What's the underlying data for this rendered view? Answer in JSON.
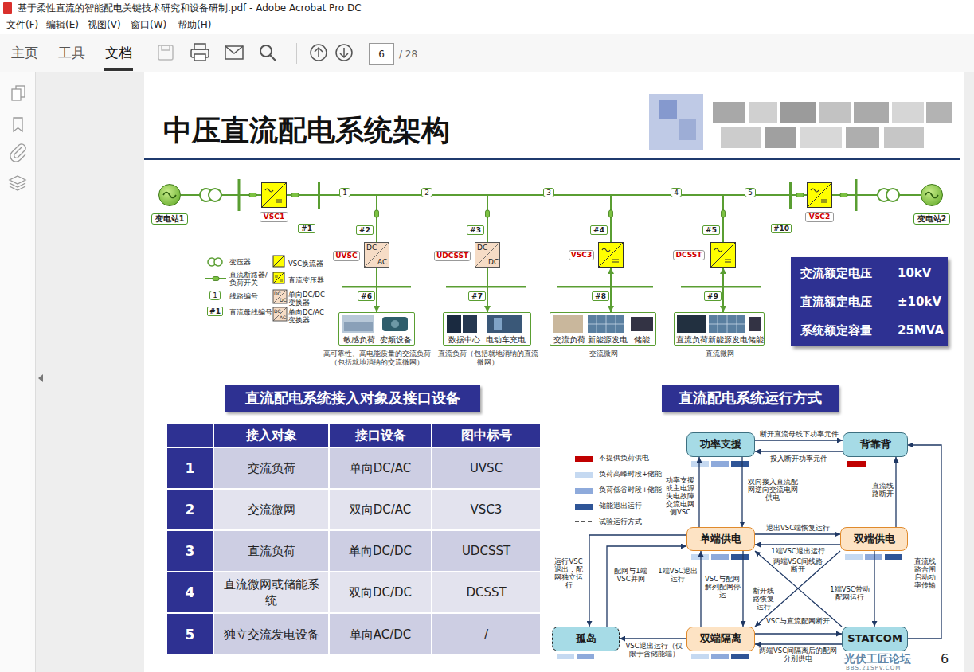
{
  "diagram": {
    "title": "中压直流配电系统架构",
    "nodes": [
      {
        "text": [
          "变电站1"
        ]
      },
      {
        "text": [
          "VSC1"
        ]
      },
      {
        "text": [
          "UVSC",
          "DC",
          "AC"
        ]
      },
      {
        "text": [
          "UDCSST",
          "DC",
          "DC"
        ]
      },
      {
        "text": [
          "VSC3"
        ]
      },
      {
        "text": [
          "DCSST"
        ]
      },
      {
        "text": [
          "VSC2"
        ]
      },
      {
        "text": [
          "变电站2"
        ]
      },
      {
        "text": [
          "敏感负荷",
          "变频设备",
          "高可靠性、高电能质量的交流负荷（包括就地消纳的交流微网）"
        ]
      },
      {
        "text": [
          "数据中心",
          "电动车充电",
          "直流负荷（包括就地消纳的直流微网）"
        ]
      },
      {
        "text": [
          "交流负荷",
          "新能源发电",
          "储能",
          "交流微网"
        ]
      },
      {
        "text": [
          "直流负荷",
          "新能源发电",
          "储能",
          "直流微网"
        ]
      },
      {
        "text": [
          "交流额定电压",
          "10kV",
          "直流额定电压",
          "±10kV",
          "系统额定容量",
          "25MVA"
        ]
      },
      {
        "text": [
          "直流配电系统接入对象及接口设备"
        ]
      },
      {
        "text": [
          "直流配电系统运行方式"
        ]
      },
      {
        "text": [
          "功率支援"
        ]
      },
      {
        "text": [
          "背靠背"
        ]
      },
      {
        "text": [
          "单端供电"
        ]
      },
      {
        "text": [
          "双端供电"
        ]
      },
      {
        "text": [
          "孤岛"
        ]
      },
      {
        "text": [
          "双端隔离"
        ]
      },
      {
        "text": [
          "STATCOM"
        ]
      }
    ],
    "edges": [
      {
        "from": 0,
        "to": 1,
        "arrow": "none"
      },
      {
        "from": 1,
        "to": 6,
        "arrow": "none"
      },
      {
        "from": 6,
        "to": 7,
        "arrow": "none"
      },
      {
        "from": 2,
        "to": 8,
        "arrow": "to"
      },
      {
        "from": 3,
        "to": 9,
        "arrow": "to"
      },
      {
        "from": 4,
        "to": 10,
        "arrow": "both"
      },
      {
        "from": 5,
        "to": 11,
        "arrow": "both"
      },
      {
        "from": 15,
        "to": 16,
        "arrow": "to",
        "label": "断开直流母线下功率元件"
      },
      {
        "from": 16,
        "to": 15,
        "arrow": "to",
        "label": "投入断开功率元件"
      },
      {
        "from": 17,
        "to": 15,
        "arrow": "to",
        "label": "功率支援或主电源失电故障交流电网侧VSC"
      },
      {
        "from": 15,
        "to": 17,
        "arrow": "to",
        "label": "双向接入直流配网逆向交流电网供电"
      },
      {
        "from": 18,
        "to": 16,
        "arrow": "to",
        "label": "直流线路断开"
      },
      {
        "from": 21,
        "to": 16,
        "arrow": "to",
        "label": "直流线路合闸启动功率传输"
      },
      {
        "from": 17,
        "to": 18,
        "arrow": "to",
        "label": "退出VSC端恢复运行"
      },
      {
        "from": 18,
        "to": 17,
        "arrow": "to",
        "label": "1端VSC退出运行"
      },
      {
        "from": 17,
        "to": 19,
        "arrow": "to",
        "label": "运行VSC退出，配网独立运行"
      },
      {
        "from": 19,
        "to": 17,
        "arrow": "to",
        "label": "配网与1端VSC并网"
      },
      {
        "from": 17,
        "to": 20,
        "arrow": "to",
        "label": "VSC与配网解列配网停运"
      },
      {
        "from": 20,
        "to": 17,
        "arrow": "to",
        "label": "1端VSC退出运行"
      },
      {
        "from": 18,
        "to": 20,
        "arrow": "to",
        "label": "两端VSC间线路断开"
      },
      {
        "from": 21,
        "to": 17,
        "arrow": "to",
        "label": "断开线路恢复运行"
      },
      {
        "from": 20,
        "to": 21,
        "arrow": "to",
        "label": "VSC与直流配网断开"
      },
      {
        "from": 21,
        "to": 20,
        "arrow": "to",
        "label": "两端VSC间隔离后的配网分别供电"
      },
      {
        "from": 18,
        "to": 21,
        "arrow": "to",
        "label": "1端VSC带动配网运行"
      },
      {
        "from": 20,
        "to": 19,
        "arrow": "to",
        "label": "VSC退出运行（仅限于含储能端）"
      }
    ],
    "labels": [
      "基于柔性直流的智能配电关键技术研究和设备研制.pdf - Adobe Acrobat Pro DC",
      "文件(F)",
      "编辑(E)",
      "视图(V)",
      "窗口(W)",
      "帮助(H)",
      "主页",
      "工具",
      "文档",
      "6",
      "/ 28",
      "1",
      "2",
      "3",
      "4",
      "5",
      "#1",
      "#2",
      "#3",
      "#4",
      "#5",
      "#10",
      "#6",
      "#7",
      "#8",
      "#9",
      "1",
      "#1",
      "DC",
      "DC",
      "DC",
      "AC",
      "接入对象",
      "接口设备",
      "图中标号",
      "1",
      "交流负荷",
      "单向DC/AC",
      "UVSC",
      "2",
      "交流微网",
      "双向DC/AC",
      "VSC3",
      "3",
      "直流负荷",
      "单向DC/DC",
      "UDCSST",
      "4",
      "直流微网或储能系统",
      "双向DC/DC",
      "DCSST",
      "5",
      "独立交流发电设备",
      "单向AC/DC",
      "/",
      "光伏工匠论坛",
      "BBS.21SPV.COM",
      "6"
    ],
    "legend": [
      {
        "text": "变压器"
      },
      {
        "text": "直流断路器/负荷开关"
      },
      {
        "text": "线路编号"
      },
      {
        "text": "直流母线编号"
      },
      {
        "text": "VSC换流器"
      },
      {
        "text": "直流变压器"
      },
      {
        "text": "单向DC/DC变换器"
      },
      {
        "text": "单向DC/AC变换器"
      },
      {
        "text": "不提供负荷供电",
        "color": "#c00000"
      },
      {
        "text": "负荷高峰时段+储能",
        "color": "#c5d9f1"
      },
      {
        "text": "负荷低谷时段+储能",
        "color": "#8eaadb"
      },
      {
        "text": "储能退出运行",
        "color": "#2f5597"
      },
      {
        "text": "试验运行方式"
      }
    ]
  }
}
